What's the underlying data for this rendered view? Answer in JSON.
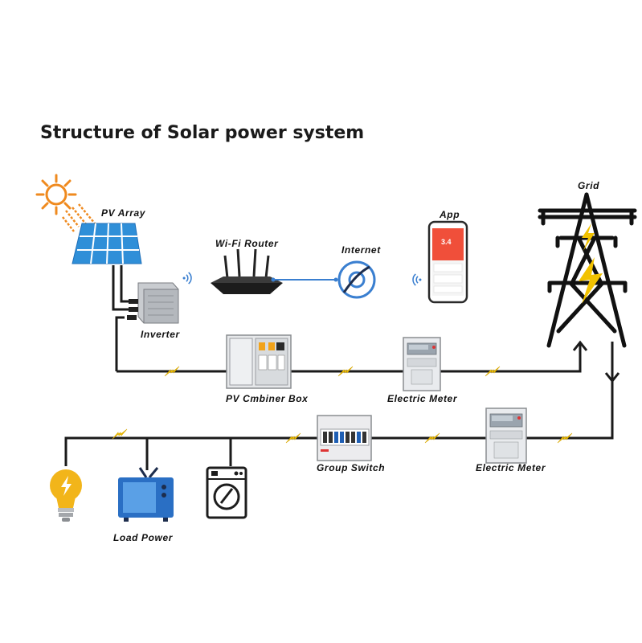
{
  "title": "Structure of Solar power system",
  "labels": {
    "pv_array": "PV Array",
    "wifi_router": "Wi-Fi Router",
    "internet": "Internet",
    "app": "App",
    "grid": "Grid",
    "inverter": "Inverter",
    "combiner_box": "PV Cmbiner Box",
    "electric_meter_top": "Electric Meter",
    "group_switch": "Group Switch",
    "electric_meter_bottom": "Electric Meter",
    "load_power": "Load Power"
  },
  "app_screen": {
    "value": "3.4"
  },
  "colors": {
    "line": "#1a1a1a",
    "lightning": "#f2c200",
    "panel_blue": "#2f8fd8",
    "sun_orange": "#ef8a1f",
    "signal_blue": "#3a7fd0",
    "tv_blue": "#2a6fc4",
    "app_red": "#f04f3a"
  }
}
